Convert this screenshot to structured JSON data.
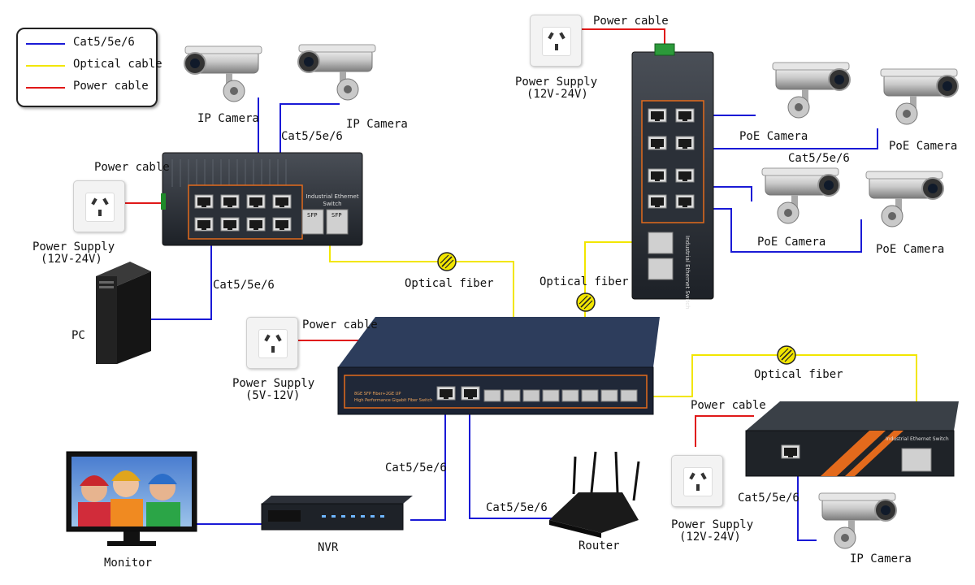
{
  "legend": {
    "items": [
      {
        "label": "Cat5/5e/6",
        "color": "#1a1ad6"
      },
      {
        "label": "Optical cable",
        "color": "#f2e600"
      },
      {
        "label": "Power cable",
        "color": "#e01818"
      }
    ]
  },
  "colors": {
    "cat": "#1a1ad6",
    "optical": "#f2e600",
    "power": "#e01818"
  },
  "left_switch": {
    "panel_label": "Industrial Ethernet Switch",
    "sfp1": "SFP",
    "sfp2": "SFP"
  },
  "right_switch": {
    "side_label": "Industrial Ethernet Switch"
  },
  "center_switch": {
    "line1": "8GE SFP Fiber+2GE UP",
    "line2": "High Performance Gigabit Fiber Switch"
  },
  "small_switch": {
    "label": "Industrial Ethernet Switch"
  },
  "labels": {
    "ip_camera_1": "IP Camera",
    "ip_camera_2": "IP Camera",
    "cat_top_left": "Cat5/5e/6",
    "power_cable_left": "Power cable",
    "power_supply_left": "Power Supply",
    "power_supply_left_v": "(12V-24V)",
    "cat_left_pc": "Cat5/5e/6",
    "pc": "PC",
    "optical_fiber_left": "Optical fiber",
    "power_cable_top": "Power cable",
    "power_supply_top": "Power Supply",
    "power_supply_top_v": "(12V-24V)",
    "poe_camera_1": "PoE Camera",
    "poe_camera_2": "PoE Camera",
    "poe_camera_3": "PoE Camera",
    "poe_camera_4": "PoE Camera",
    "cat_right": "Cat5/5e/6",
    "optical_fiber_mid": "Optical fiber",
    "power_cable_center": "Power cable",
    "power_supply_center": "Power Supply",
    "power_supply_center_v": "(5V-12V)",
    "optical_fiber_right": "Optical fiber",
    "power_cable_right": "Power cable",
    "power_supply_right": "Power Supply",
    "power_supply_right_v": "(12V-24V)",
    "cat_nvr": "Cat5/5e/6",
    "cat_router": "Cat5/5e/6",
    "cat_ipcam_right": "Cat5/5e/6",
    "monitor": "Monitor",
    "nvr": "NVR",
    "router": "Router",
    "ip_camera_3": "IP Camera"
  }
}
